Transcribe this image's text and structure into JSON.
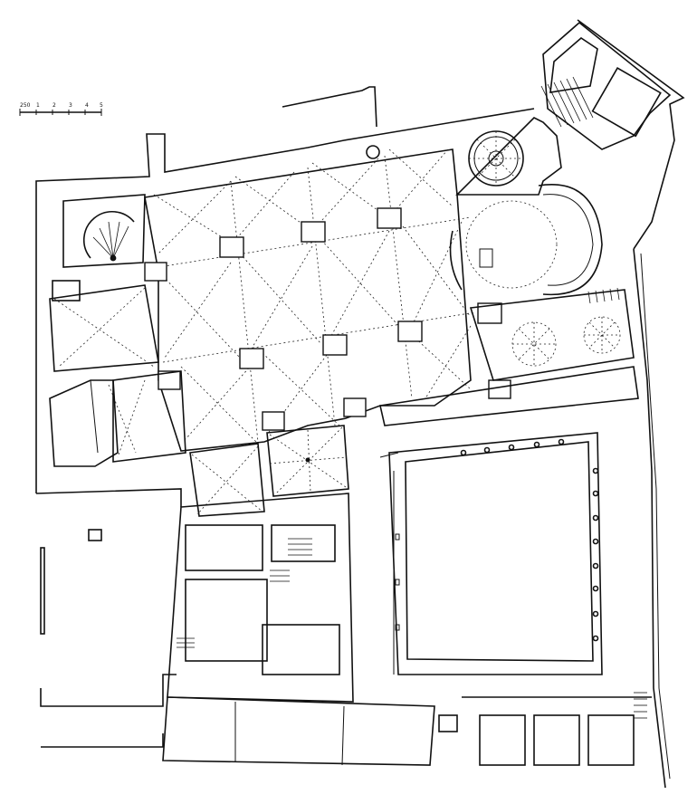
{
  "scale_bar": {
    "labels": [
      "250",
      "1",
      "2",
      "3",
      "4",
      "5"
    ]
  }
}
